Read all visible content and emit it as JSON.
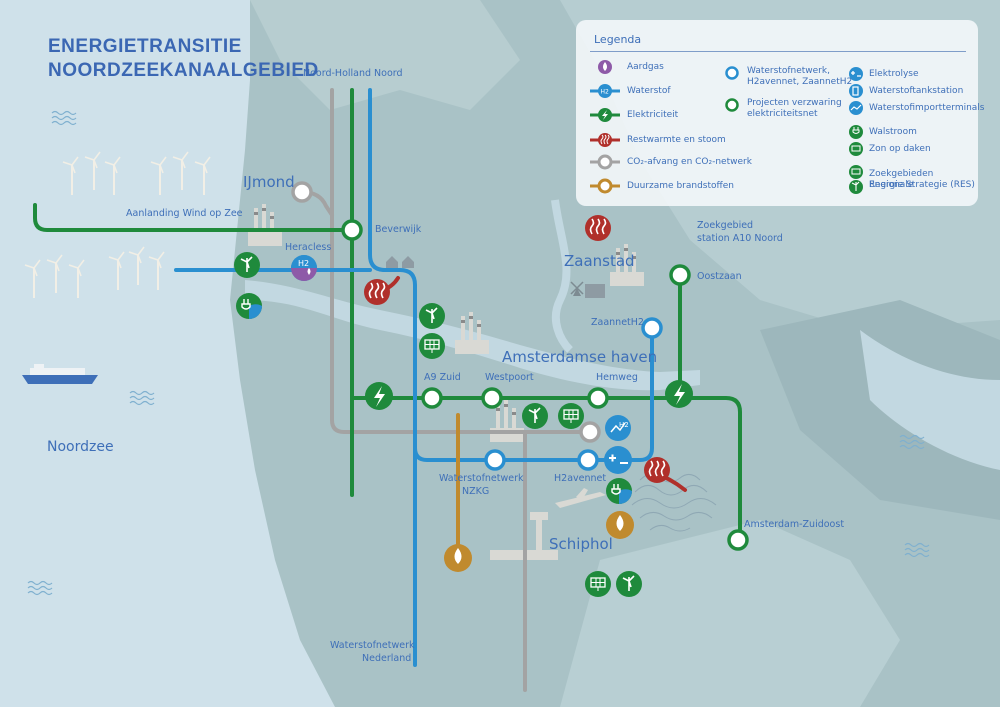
{
  "title": {
    "line1": "ENERGIETRANSITIE",
    "line2": "NOORDZEEKANAALGEBIED"
  },
  "cities": {
    "ijmond": "IJmond",
    "zaanstad": "Zaanstad",
    "amsterdamse_haven": "Amsterdamse haven",
    "schiphol": "Schiphol"
  },
  "sea_label": "Noordzee",
  "labels": {
    "noord_holland_noord": "Noord-Holland Noord",
    "aanlanding": "Aanlanding Wind op Zee",
    "beverwijk": "Beverwijk",
    "heracless": "Heracless",
    "zoekgebied_1": "Zoekgebied",
    "zoekgebied_2": "station A10 Noord",
    "oostzaan": "Oostzaan",
    "zaannet": "ZaannetH2",
    "a9_zuid": "A9 Zuid",
    "westpoort": "Westpoort",
    "hemweg": "Hemweg",
    "wsn_nzkg_1": "Waterstofnetwerk",
    "wsn_nzkg_2": "NZKG",
    "h2avennet": "H2avennet",
    "amsterdam_zuidoost": "Amsterdam-Zuidoost",
    "wsn_nl_1": "Waterstofnetwerk",
    "wsn_nl_2": "Nederland"
  },
  "legend": {
    "header": "Legenda",
    "col1": [
      {
        "label": "Aardgas",
        "icon": "gas-flame-icon",
        "color": "#8e5aa8"
      },
      {
        "label": "Waterstof",
        "icon": "h2-icon",
        "color": "#2a8fd0"
      },
      {
        "label": "Elektriciteit",
        "icon": "lightning-icon",
        "color": "#1f8a3c"
      },
      {
        "label": "Restwarmte en stoom",
        "icon": "heat-icon",
        "color": "#b0302b"
      },
      {
        "label": "CO₂-afvang en CO₂-netwerk",
        "icon": "co2-network-icon",
        "color": "#a0a0a0"
      },
      {
        "label": "Duurzame brandstoffen",
        "icon": "fuel-drop-icon",
        "color": "#c08a2e"
      }
    ],
    "col2": [
      {
        "line1": "Waterstofnetwerk,",
        "line2": "H2avennet, ZaannetH2",
        "icon": "hydrogen-network-node-icon",
        "color": "#2a8fd0"
      },
      {
        "line1": "Projecten verzwaring",
        "line2": "elektriciteitsnet",
        "icon": "grid-project-node-icon",
        "color": "#1f8a3c"
      }
    ],
    "col3": [
      {
        "label": "Elektrolyse",
        "icon": "electrolysis-icon",
        "color": "#2a8fd0"
      },
      {
        "label": "Waterstoftankstation",
        "icon": "h2-station-icon",
        "color": "#2a8fd0"
      },
      {
        "label": "Waterstofimportterminals",
        "icon": "h2-import-icon",
        "color": "#2a8fd0"
      },
      {
        "label": "Walstroom",
        "icon": "shore-power-icon",
        "color": "#1f8a3c"
      },
      {
        "label": "Zon op daken",
        "icon": "solar-panel-icon",
        "color": "#1f8a3c"
      },
      {
        "label": "Zoekgebieden Regionale",
        "label2": "Energie Strategie (RES)",
        "icon": "res-search-area-icon",
        "color": "#1f8a3c"
      }
    ]
  },
  "colors": {
    "sea": "#cfe1ea",
    "land": "#a9c2c6",
    "land_dark": "#93afb3",
    "water_inland": "#c2d8e1",
    "green": "#1f8a3c",
    "blue": "#2a8fd0",
    "grey": "#a3a3a3",
    "red": "#b0302b",
    "purple": "#8e5aa8",
    "gold": "#c08a2e",
    "text_blue": "#3e6fb8"
  }
}
